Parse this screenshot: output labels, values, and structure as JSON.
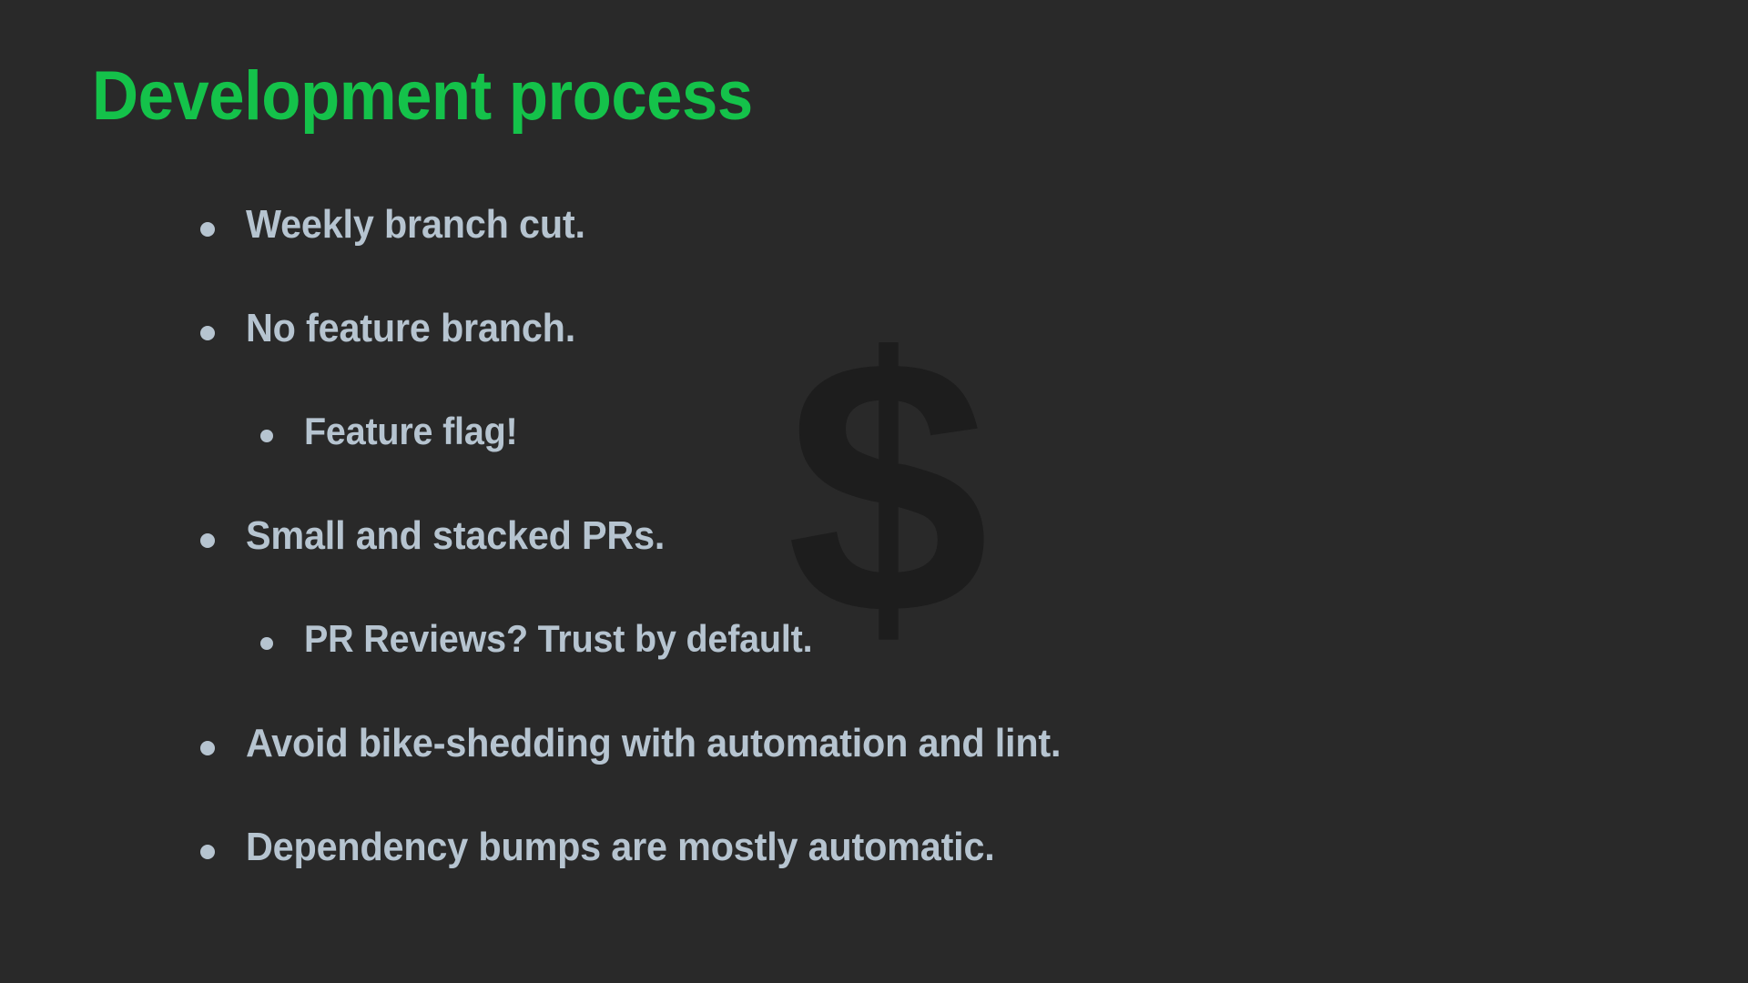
{
  "slide": {
    "background_color": "#292929",
    "title": "Development process",
    "title_color": "#14c24a",
    "body_text_color": "#b6c4d0",
    "watermark_glyph": "$",
    "watermark_color": "#1d1d1d"
  },
  "bullets": [
    {
      "level": 0,
      "text": "Weekly branch cut."
    },
    {
      "level": 0,
      "text": "No feature branch."
    },
    {
      "level": 1,
      "text": "Feature flag!"
    },
    {
      "level": 0,
      "text": "Small and stacked PRs."
    },
    {
      "level": 1,
      "text": "PR Reviews? Trust by default."
    },
    {
      "level": 0,
      "text": "Avoid bike-shedding with automation and lint."
    },
    {
      "level": 0,
      "text": "Dependency bumps are mostly automatic."
    }
  ]
}
